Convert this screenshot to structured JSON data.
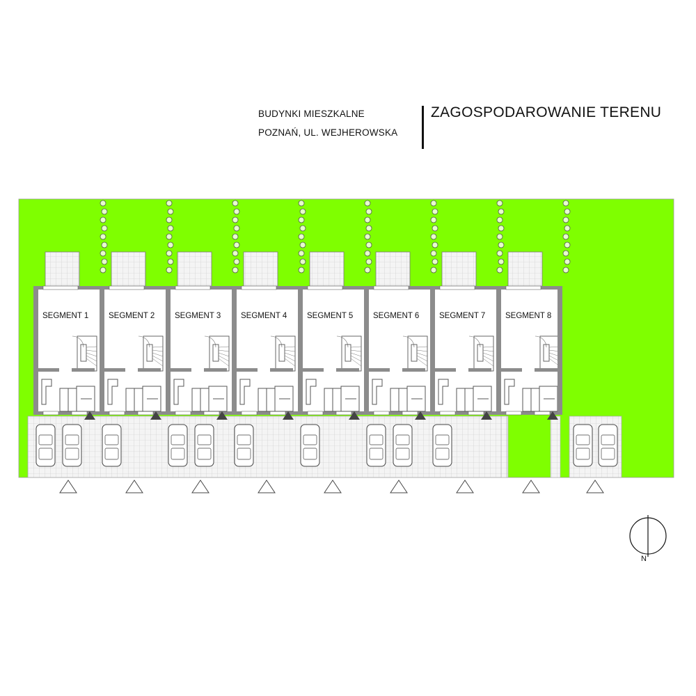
{
  "header": {
    "subtitle_line1": "BUDYNKI MIESZKALNE",
    "subtitle_line2": "POZNAŃ, UL. WEJHEROWSKA",
    "title": "ZAGOSPODAROWANIE TERENU"
  },
  "segments": [
    {
      "label": "SEGMENT 1",
      "cars": 2
    },
    {
      "label": "SEGMENT 2",
      "cars": 1
    },
    {
      "label": "SEGMENT 3",
      "cars": 2
    },
    {
      "label": "SEGMENT 4",
      "cars": 1
    },
    {
      "label": "SEGMENT 5",
      "cars": 1
    },
    {
      "label": "SEGMENT 6",
      "cars": 2
    },
    {
      "label": "SEGMENT 7",
      "cars": 1
    },
    {
      "label": "SEGMENT 8",
      "cars": 0
    }
  ],
  "extra_parking_cars": 2,
  "compass": {
    "label": "N"
  },
  "colors": {
    "lawn": "#7fff00",
    "wall": "#8c8c8c",
    "paving": "#f4f4f4",
    "paving_grid": "#c8c8c8",
    "tree": "#555555",
    "marker": "#444444"
  }
}
